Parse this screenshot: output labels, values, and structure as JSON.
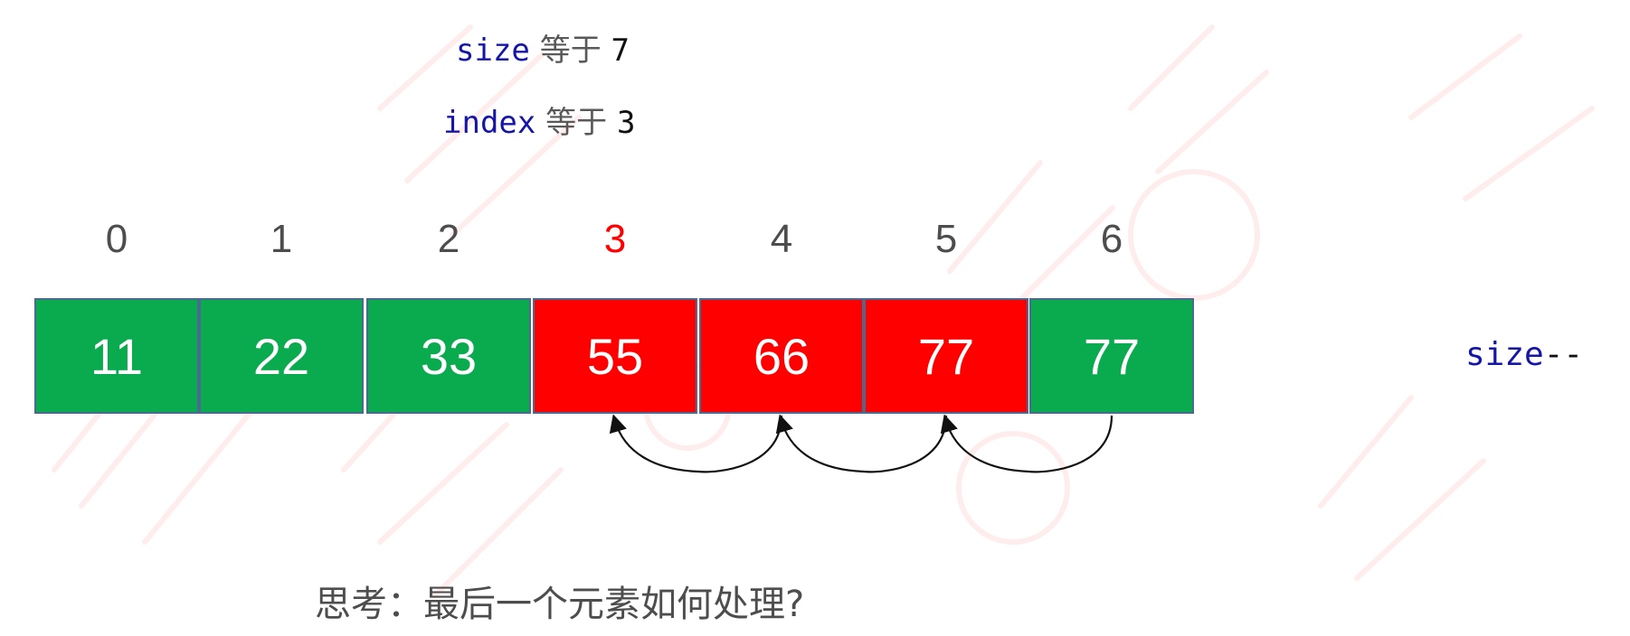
{
  "header": {
    "size_line": {
      "keyword": "size",
      "verb": "等于",
      "value": "7"
    },
    "index_line": {
      "keyword": "index",
      "verb": "等于",
      "value": "3"
    }
  },
  "array": {
    "indices": [
      "0",
      "1",
      "2",
      "3",
      "4",
      "5",
      "6"
    ],
    "highlighted_index": 3,
    "cells": [
      {
        "value": "11",
        "state": "kept"
      },
      {
        "value": "22",
        "state": "kept"
      },
      {
        "value": "33",
        "state": "kept"
      },
      {
        "value": "55",
        "state": "shifted"
      },
      {
        "value": "66",
        "state": "shifted"
      },
      {
        "value": "77",
        "state": "shifted"
      },
      {
        "value": "77",
        "state": "kept"
      }
    ],
    "shift_arrows": [
      {
        "from_index": 4,
        "to_index": 3
      },
      {
        "from_index": 5,
        "to_index": 4
      },
      {
        "from_index": 6,
        "to_index": 5
      }
    ]
  },
  "side_operation": {
    "keyword": "size",
    "operator": "--"
  },
  "question": "思考：最后一个元素如何处理?",
  "colors": {
    "kept": "#0aaa4e",
    "shifted": "#ff0000",
    "index_highlight": "#ff0000",
    "code_keyword": "#1515a8",
    "watermark": "#ff0000"
  }
}
